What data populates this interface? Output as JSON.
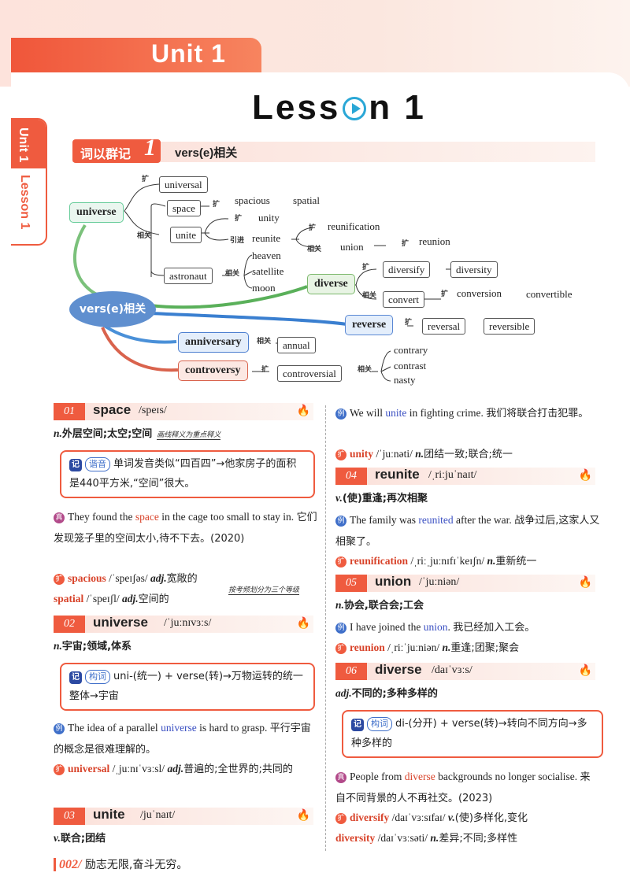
{
  "unit_label": "Unit 1",
  "lesson_title_pre": "Less",
  "lesson_title_post": "n 1",
  "side_tab": {
    "unit": "Unit 1",
    "lesson": "Lesson 1"
  },
  "section": {
    "badge": "词以群记",
    "badge_num": "1",
    "title": "vers(e)相关"
  },
  "mindmap": {
    "center": "vers(e)相关",
    "nodes": {
      "universe": "universe",
      "universal": "universal",
      "space": "space",
      "spacious": "spacious",
      "spatial": "spatial",
      "unite": "unite",
      "unity": "unity",
      "reunite": "reunite",
      "reunification": "reunification",
      "union": "union",
      "reunion": "reunion",
      "astronaut": "astronaut",
      "heaven": "heaven",
      "satellite": "satellite",
      "moon": "moon",
      "diverse": "diverse",
      "diversify": "diversify",
      "diversity": "diversity",
      "convert": "convert",
      "conversion": "conversion",
      "convertible": "convertible",
      "reverse": "reverse",
      "reversal": "reversal",
      "reversible": "reversible",
      "anniversary": "anniversary",
      "annual": "annual",
      "controversy": "controversy",
      "controversial": "controversial",
      "contrary": "contrary",
      "contrast": "contrast",
      "nasty": "nasty"
    },
    "tags": {
      "expand": "扩",
      "related": "相关",
      "derive": "引进"
    }
  },
  "entries_left": {
    "e01": {
      "num": "01",
      "word": "space",
      "ipa": "/speɪs/",
      "pos": "n.",
      "meaning": "外层空间;太空;空间",
      "annot": "画线释义为重点释义",
      "note_tag": "谐音",
      "note": "单词发音类似“四百四”→他家房子的面积是440平方米,“空间”很大。",
      "ex_en_1": "They found the ",
      "ex_hl": "space",
      "ex_en_2": " in the cage too small to stay in.",
      "ex_zh": "它们发现笼子里的空间太小,待不下去。(2020)",
      "d1_word": "spacious",
      "d1_ipa": "/ˈspeɪʃəs/",
      "d1_pos": "adj.",
      "d1_zh": "宽敞的",
      "d2_word": "spatial",
      "d2_ipa": "/ˈspeɪʃl/",
      "d2_pos": "adj.",
      "d2_zh": "空间的",
      "annot2": "按考频划分为三个等级"
    },
    "e02": {
      "num": "02",
      "word": "universe",
      "ipa": "/ˈjuːnɪvɜːs/",
      "pos": "n.",
      "meaning": "宇宙;领域,体系",
      "note_tag": "构词",
      "note": "uni-(统一) + verse(转)→万物运转的统一整体→宇宙",
      "ex_en_1": "The idea of a parallel ",
      "ex_hl": "universe",
      "ex_en_2": " is hard to grasp.",
      "ex_zh": "平行宇宙的概念是很难理解的。",
      "d1_word": "universal",
      "d1_ipa": "/ˌjuːnɪˈvɜːsl/",
      "d1_pos": "adj.",
      "d1_zh": "普遍的;全世界的;共同的"
    },
    "e03": {
      "num": "03",
      "word": "unite",
      "ipa": "/juˈnaɪt/",
      "pos": "v.",
      "meaning": "联合;团结"
    }
  },
  "entries_right": {
    "e03b": {
      "ex_en_1": "We will ",
      "ex_hl": "unite",
      "ex_en_2": " in fighting crime.",
      "ex_zh": "我们将联合打击犯罪。",
      "d1_word": "unity",
      "d1_ipa": "/ˈjuːnəti/",
      "d1_pos": "n.",
      "d1_zh": "团结一致;联合;统一"
    },
    "e04": {
      "num": "04",
      "word": "reunite",
      "ipa": "/ˌriːjuˈnaɪt/",
      "pos": "v.",
      "meaning": "(使)重逢;再次相聚",
      "ex_en_1": "The family was ",
      "ex_hl": "reunited",
      "ex_en_2": " after the war.",
      "ex_zh": "战争过后,这家人又相聚了。",
      "d1_word": "reunification",
      "d1_ipa": "/ˌriːˌjuːnɪfɪˈkeɪʃn/",
      "d1_pos": "n.",
      "d1_zh": "重新统一"
    },
    "e05": {
      "num": "05",
      "word": "union",
      "ipa": "/ˈjuːniən/",
      "pos": "n.",
      "meaning": "协会,联合会;工会",
      "ex_en_1": "I have joined the ",
      "ex_hl": "union",
      "ex_en_2": ".",
      "ex_zh": "我已经加入工会。",
      "d1_word": "reunion",
      "d1_ipa": "/ˌriːˈjuːniən/",
      "d1_pos": "n.",
      "d1_zh": "重逢;团聚;聚会"
    },
    "e06": {
      "num": "06",
      "word": "diverse",
      "ipa": "/daɪˈvɜːs/",
      "pos": "adj.",
      "meaning": "不同的;多种多样的",
      "note_tag": "构词",
      "note": "di-(分开) + verse(转)→转向不同方向→多种多样的",
      "ex_en_1": "People from ",
      "ex_hl": "diverse",
      "ex_en_2": " backgrounds no longer socialise.",
      "ex_zh": "来自不同背景的人不再社交。(2023)",
      "d1_word": "diversify",
      "d1_ipa": "/daɪˈvɜːsɪfaɪ/",
      "d1_pos": "v.",
      "d1_zh": "(使)多样化,变化",
      "d2_word": "diversity",
      "d2_ipa": "/daɪˈvɜːsəti/",
      "d2_pos": "n.",
      "d2_zh": "差异;不同;多样性"
    }
  },
  "markers": {
    "example": "例",
    "expand": "扩",
    "exam": "真",
    "icon": "记"
  },
  "footer": {
    "page": "002/",
    "motto": "励志无限,奋斗无穷。"
  }
}
